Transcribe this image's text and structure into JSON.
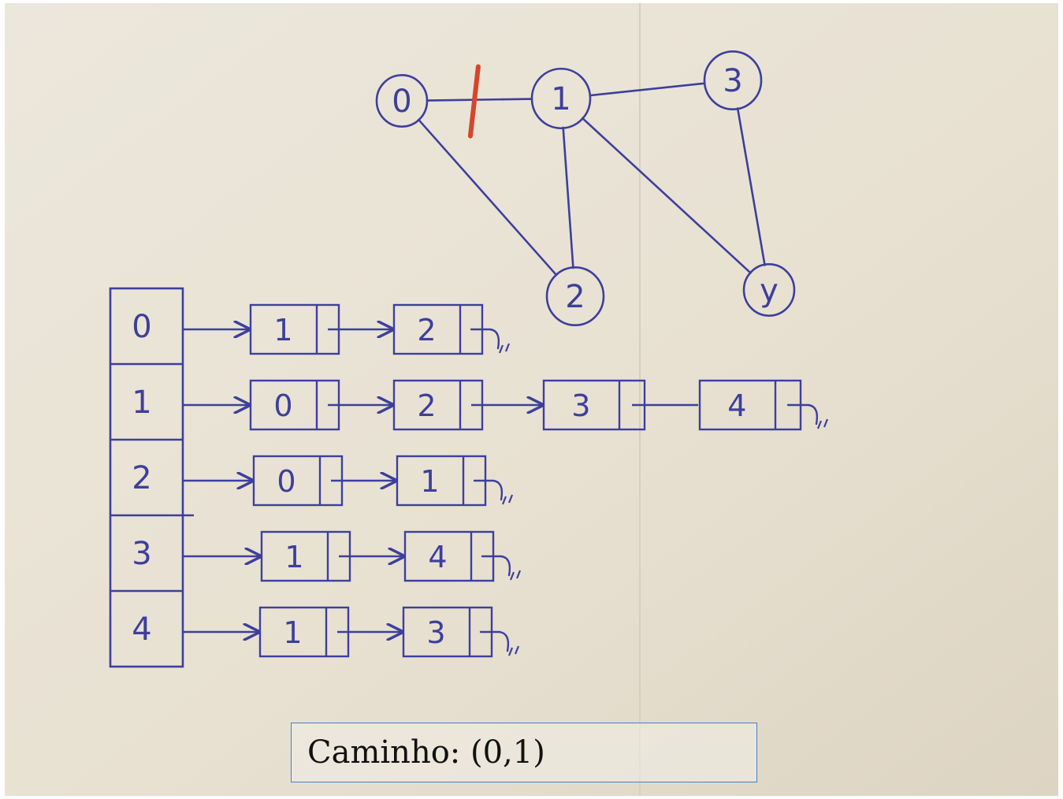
{
  "graph": {
    "nodes": [
      {
        "id": "0",
        "label": "0"
      },
      {
        "id": "1",
        "label": "1"
      },
      {
        "id": "3",
        "label": "3"
      },
      {
        "id": "2",
        "label": "2"
      },
      {
        "id": "4",
        "label": "y"
      }
    ],
    "edges": [
      [
        "0",
        "1"
      ],
      [
        "0",
        "2"
      ],
      [
        "1",
        "2"
      ],
      [
        "1",
        "3"
      ],
      [
        "1",
        "4"
      ],
      [
        "3",
        "4"
      ]
    ],
    "cut_edge": [
      "0",
      "1"
    ]
  },
  "adjacency_list": {
    "index_labels": [
      "0",
      "1",
      "2",
      "3",
      "4"
    ],
    "rows": [
      [
        "1",
        "2"
      ],
      [
        "0",
        "2",
        "3",
        "4"
      ],
      [
        "0",
        "1"
      ],
      [
        "1",
        "4"
      ],
      [
        "1",
        "3"
      ]
    ]
  },
  "caption": {
    "text": "Caminho: (0,1)"
  },
  "colors": {
    "ink": "#3d3f9c",
    "cut_mark": "#d9442a",
    "caption_border": "#4a7fc1",
    "paper": "#e9e3d6"
  }
}
